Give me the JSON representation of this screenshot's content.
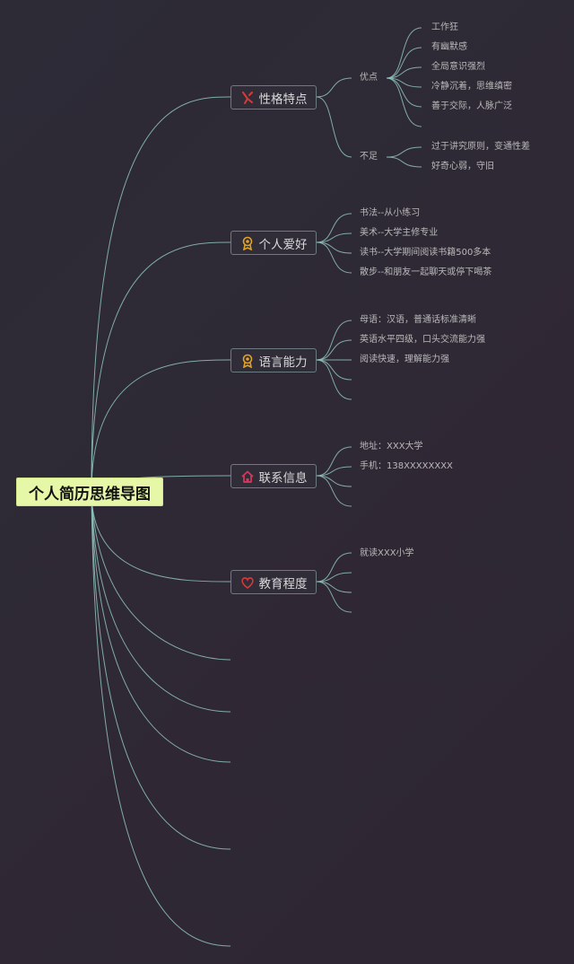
{
  "root": {
    "title": "个人简历思维导图"
  },
  "branches": [
    {
      "label": "性格特点",
      "icon": "fork-icon",
      "groups": [
        {
          "label": "优点",
          "items": [
            "工作狂",
            "有幽默感",
            "全局意识强烈",
            "冷静沉着，思维缜密",
            "善于交际，人脉广泛"
          ]
        },
        {
          "label": "不足",
          "items": [
            "过于讲究原则，变通性差",
            "好奇心弱，守旧"
          ]
        }
      ]
    },
    {
      "label": "个人爱好",
      "icon": "award-icon",
      "items": [
        "书法--从小练习",
        "美术--大学主修专业",
        "读书--大学期间阅读书籍500多本",
        "散步--和朋友一起聊天或停下喝茶"
      ]
    },
    {
      "label": "语言能力",
      "icon": "award-icon",
      "items": [
        "母语：汉语，普通话标准清晰",
        "英语水平四级，口头交流能力强",
        "阅读快速，理解能力强"
      ]
    },
    {
      "label": "联系信息",
      "icon": "home-icon",
      "items": [
        "地址：XXX大学",
        "手机：138XXXXXXXX"
      ]
    },
    {
      "label": "教育程度",
      "icon": "heart-icon",
      "items": [
        "就读XXX小学"
      ]
    }
  ],
  "colors": {
    "link": "#8fc3bb",
    "root_fill": "#e6f7a8",
    "branch_border": "#6c7b80",
    "icon_red": "#d83a3a",
    "icon_gold": "#e0a326"
  }
}
